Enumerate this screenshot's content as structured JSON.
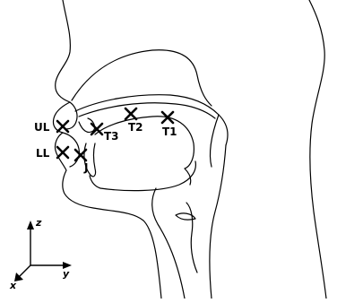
{
  "markers": [
    {
      "id": "UL",
      "label": "UL"
    },
    {
      "id": "LL",
      "label": "LL"
    },
    {
      "id": "J",
      "label": "J"
    },
    {
      "id": "T1",
      "label": "T1"
    },
    {
      "id": "T2",
      "label": "T2"
    },
    {
      "id": "T3",
      "label": "T3"
    }
  ],
  "axes": {
    "z": "z",
    "y": "y",
    "x": "x"
  },
  "colors": {
    "line": "#000000",
    "background": "#ffffff"
  }
}
